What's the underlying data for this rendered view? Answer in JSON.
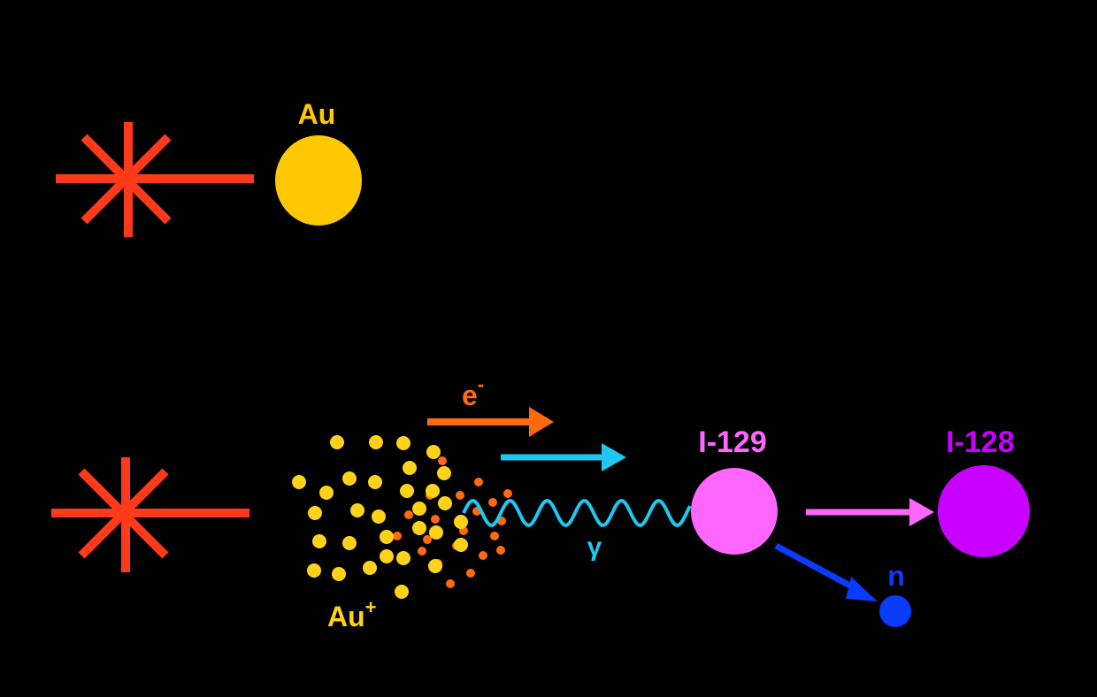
{
  "colors": {
    "laser": "#ff3a1a",
    "gold": "#ffc800",
    "gold_ion": "#ffd21a",
    "electron_ion": "#ff6a10",
    "electron": "#ff6a10",
    "photon": "#1ec8f0",
    "iodine129": "#ff66ff",
    "iodine128": "#c800ff",
    "neutron": "#0a3cff",
    "background": "#000000"
  },
  "top_row": {
    "laser_icon": "laser-star-icon",
    "target_label": "Au"
  },
  "bottom_row": {
    "laser_icon": "laser-star-icon",
    "plasma_label": "Au",
    "plasma_label_sup": "+",
    "electron_label": "e",
    "electron_label_sup": "-",
    "photon_label": "γ",
    "iodine129_label": "I-129",
    "iodine128_label": "I-128",
    "neutron_label": "n"
  }
}
